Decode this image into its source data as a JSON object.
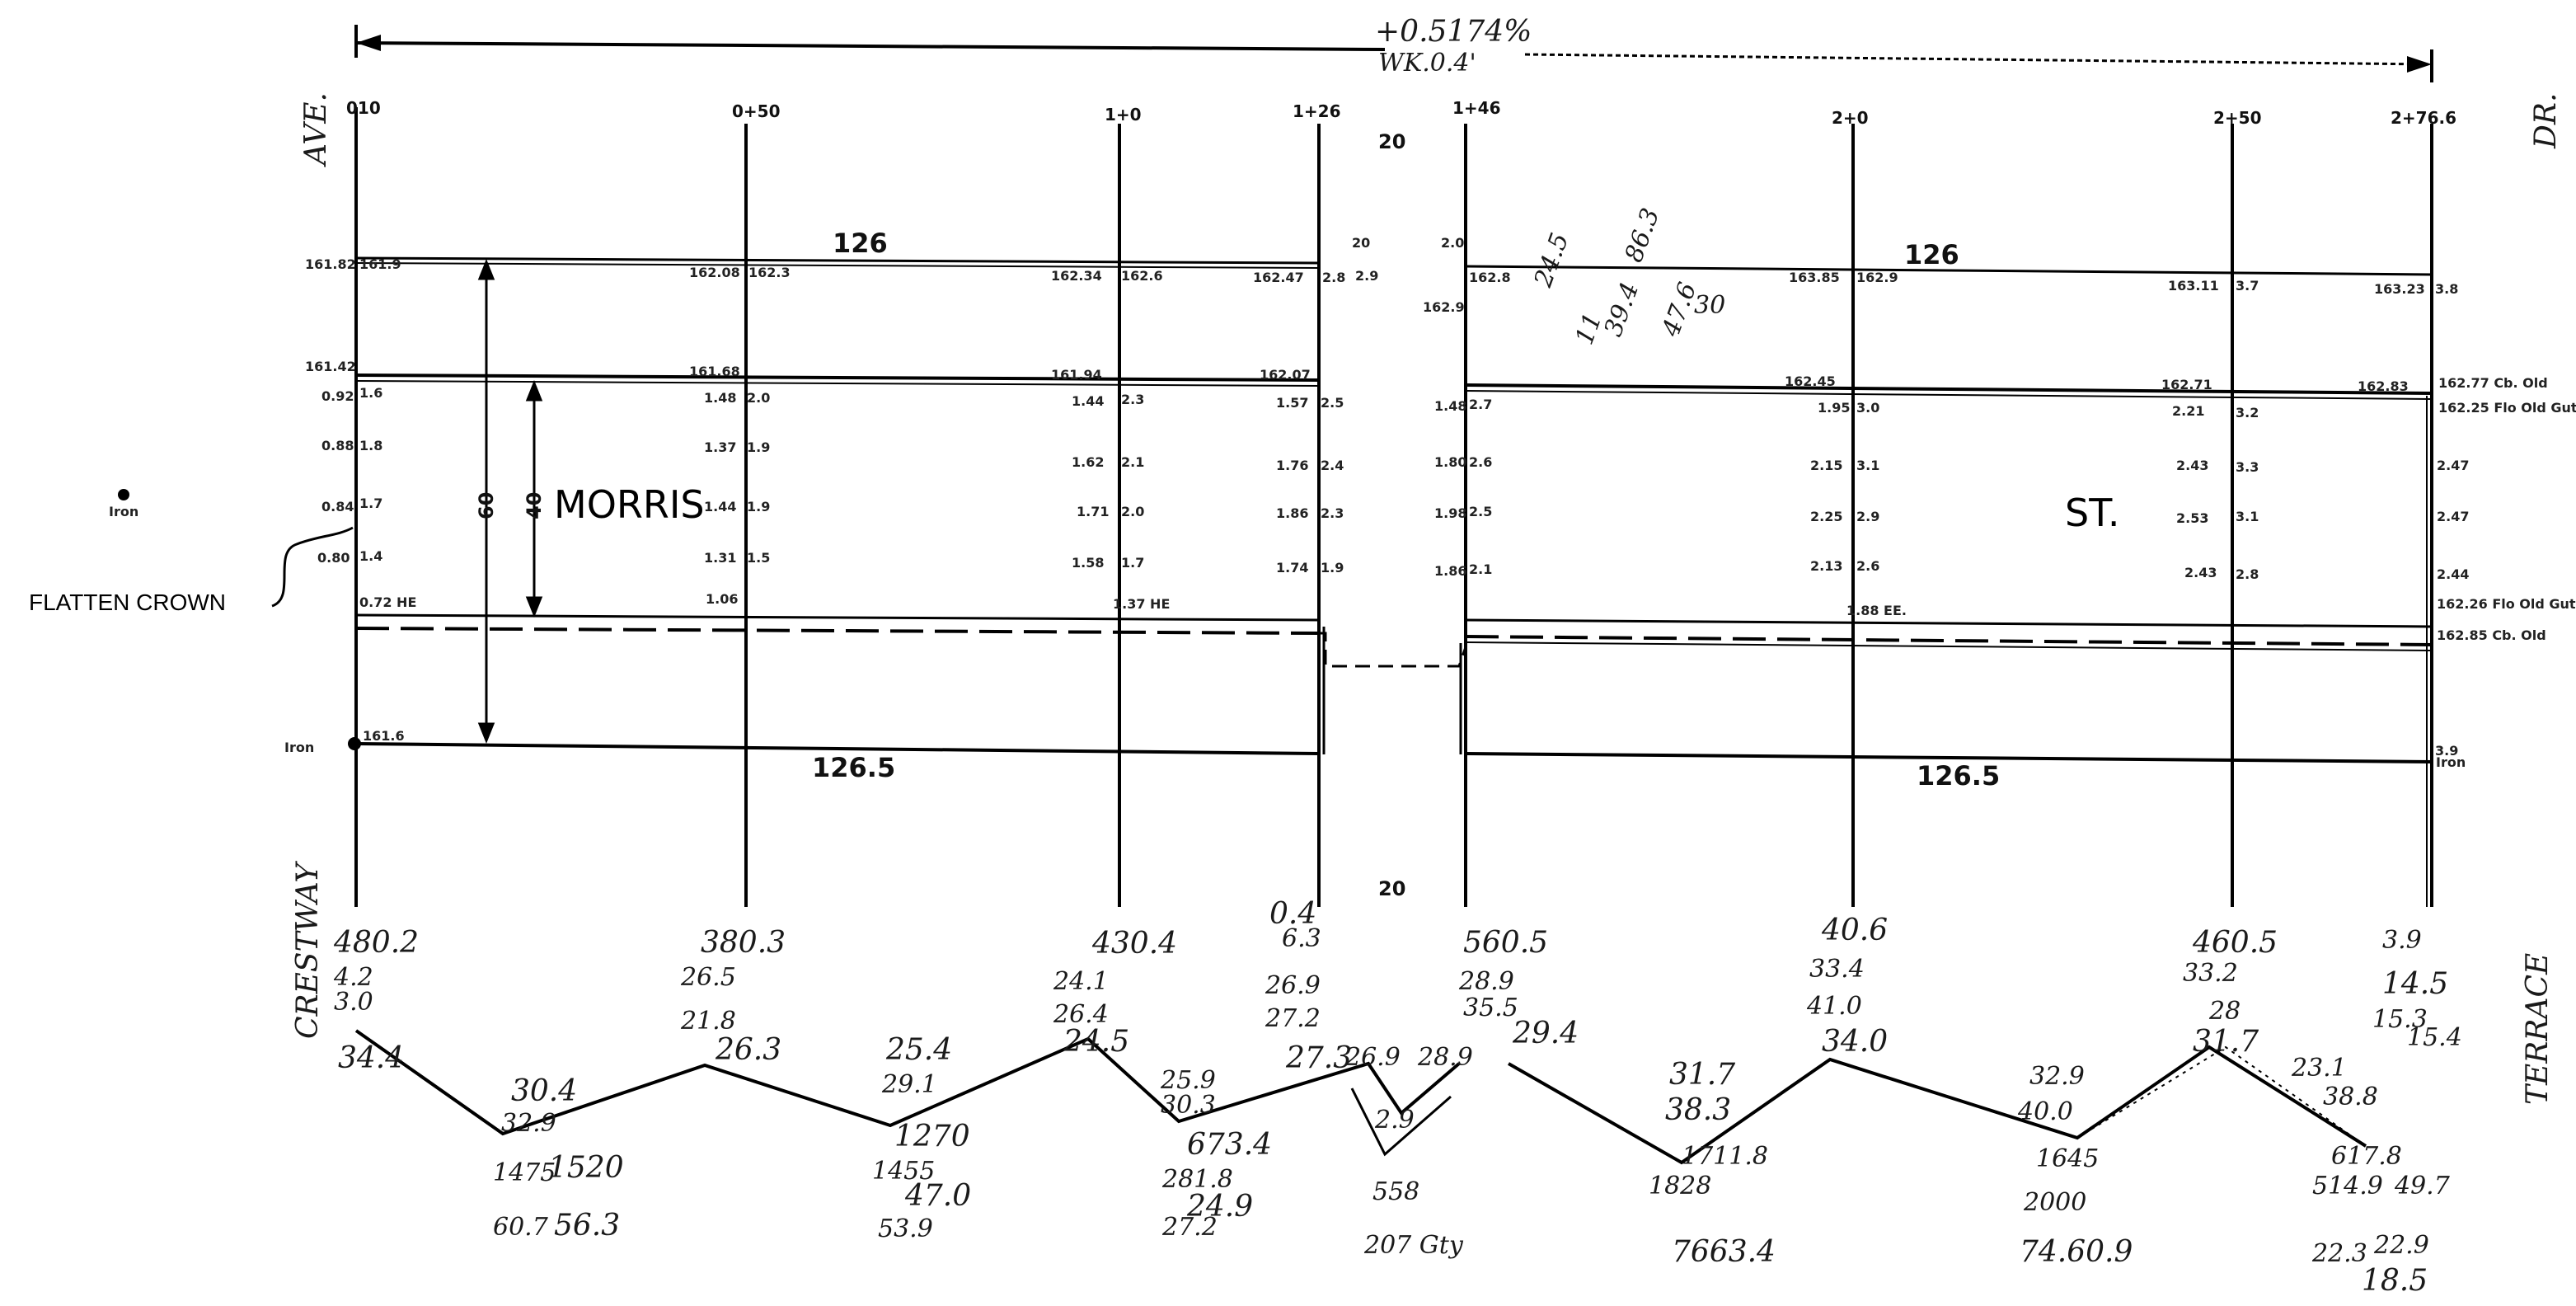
{
  "header": {
    "grade": "+0.5174%",
    "grade_note": "WK.0.4'"
  },
  "streets": {
    "left_upper": "AVE.",
    "left_lower": "CRESTWAY",
    "right_upper": "DR.",
    "right_lower": "TERRACE",
    "main_name": "MORRIS",
    "main_suffix": "ST."
  },
  "notes": {
    "flatten_crown": "FLATTEN CROWN",
    "iron_left": "Iron",
    "iron_left2": "Iron",
    "iron_right": "Iron"
  },
  "stations": [
    "010",
    "0+50",
    "1+0",
    "1+26",
    "1+46",
    "2+0",
    "2+50",
    "2+76.6"
  ],
  "scale": {
    "top": "20",
    "bottom": "20"
  },
  "dims": {
    "top_left": "126",
    "top_right": "126",
    "bottom_left": "126.5",
    "bottom_right": "126.5",
    "width_60": "60",
    "width_40": "40"
  },
  "elev": {
    "r1": [
      "161.82",
      "161.9",
      "162.08",
      "162.3",
      "162.34",
      "162.6",
      "162.47",
      "2.8",
      "162.9",
      "162.8",
      "163.85",
      "162.9",
      "163.11",
      "3.7",
      "163.23",
      "3.8"
    ],
    "r2": [
      "161.42",
      "161.68",
      "161.94",
      "162.07",
      "162.45",
      "162.71",
      "162.83"
    ],
    "r3": [
      "0.92",
      "1.6",
      "1.48",
      "2.0",
      "1.44",
      "2.3",
      "1.57",
      "2.5",
      "1.48",
      "2.7",
      "1.95",
      "3.0",
      "2.21",
      "3.2"
    ],
    "r4": [
      "0.88",
      "1.8",
      "1.37",
      "1.9",
      "1.62",
      "2.1",
      "1.76",
      "2.4",
      "1.80",
      "2.6",
      "2.15",
      "3.1",
      "2.43",
      "3.3",
      "2.47"
    ],
    "r5": [
      "0.84",
      "1.7",
      "1.44",
      "1.9",
      "1.71",
      "2.0",
      "1.86",
      "2.3",
      "1.98",
      "2.5",
      "2.25",
      "2.9",
      "2.53",
      "3.1",
      "2.47"
    ],
    "r6": [
      "0.80",
      "1.4",
      "1.31",
      "1.5",
      "1.58",
      "1.7",
      "1.74",
      "1.9",
      "1.86",
      "2.1",
      "2.13",
      "2.6",
      "2.43",
      "2.8",
      "2.44"
    ],
    "r7": [
      "0.72 HE",
      "1.06",
      "1.37 HE",
      "1.88 EE."
    ],
    "iron": "161.6",
    "right_notes": [
      "162.77 Cb. Old",
      "162.25 Flo Old Gut",
      "162.26 Flo Old Gut",
      "162.85 Cb. Old",
      "3.9"
    ],
    "r0": [
      "2.0",
      "20",
      "2.9"
    ]
  },
  "handwritten": {
    "top": [
      "480.2",
      "4.2",
      "3.0",
      "34.4",
      "380.3",
      "26.5",
      "21.8",
      "26.3",
      "430.4",
      "24.1",
      "26.4",
      "24.5",
      "0.4",
      "6.3",
      "26.9",
      "27.2",
      "27.3",
      "560.5",
      "28.9",
      "35.5",
      "29.4",
      "40.6",
      "33.4",
      "41.0",
      "34.0",
      "460.5",
      "33.2",
      "28",
      "31.7",
      "3.9",
      "14.5",
      "15.3",
      "15.4"
    ],
    "bottom": [
      "30.4",
      "32.9",
      "1475",
      "1520",
      "60.7",
      "56.3",
      "25.4",
      "29.1",
      "1270",
      "1455",
      "47.0",
      "53.9",
      "25.9",
      "30.3",
      "673.4",
      "281.8",
      "24.9",
      "27.2",
      "26.9",
      "28.9",
      "2.9",
      "558",
      "207 Gty",
      "31.7",
      "38.3",
      "1711.8",
      "1828",
      "7663.4",
      "32.9",
      "40.0",
      "1645",
      "2000",
      "74.60.9",
      "23.1",
      "38.8",
      "617.8",
      "514.9",
      "49.7",
      "22.3",
      "22.9",
      "18.5"
    ],
    "misc": [
      "24.5",
      "11",
      "86.3",
      "39.4",
      "47.6",
      "30"
    ]
  }
}
